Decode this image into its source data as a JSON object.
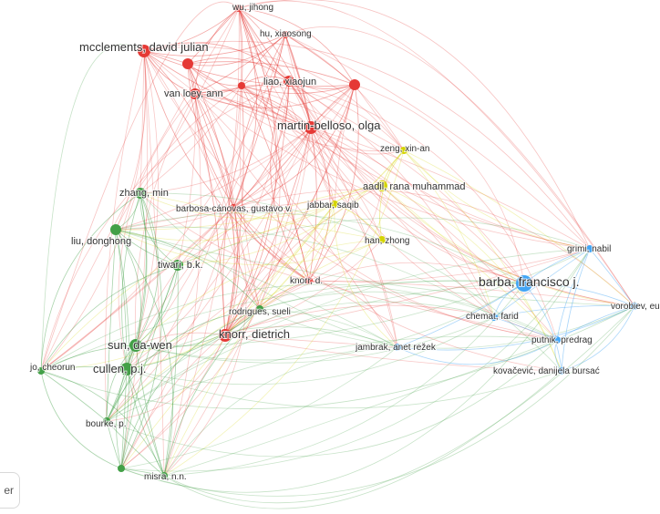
{
  "clusters": {
    "red": "#e53935",
    "green": "#43a047",
    "blue": "#42a5f5",
    "yellow": "#d4d400"
  },
  "nodes": [
    {
      "id": "wu",
      "label": "wu, jihong",
      "cluster": "red",
      "weight": 1
    },
    {
      "id": "hu",
      "label": "hu, xiaosong",
      "cluster": "red",
      "weight": 1
    },
    {
      "id": "mcclements",
      "label": "mcclements, david julian",
      "cluster": "red",
      "weight": 3
    },
    {
      "id": "r_unl1",
      "label": "",
      "cluster": "red",
      "weight": 2
    },
    {
      "id": "vanloey",
      "label": "van loey, ann",
      "cluster": "red",
      "weight": 2
    },
    {
      "id": "r_unl2",
      "label": "",
      "cluster": "red",
      "weight": 1
    },
    {
      "id": "liao",
      "label": "liao, xiaojun",
      "cluster": "red",
      "weight": 2
    },
    {
      "id": "r_unl3",
      "label": "",
      "cluster": "red",
      "weight": 2
    },
    {
      "id": "martin",
      "label": "martin-belloso, olga",
      "cluster": "red",
      "weight": 3
    },
    {
      "id": "barbosa",
      "label": "barbosa-cánovas, gustavo v.",
      "cluster": "red",
      "weight": 1
    },
    {
      "id": "knorrd",
      "label": "knorr, d.",
      "cluster": "red",
      "weight": 1
    },
    {
      "id": "knorrdietrich",
      "label": "knorr, dietrich",
      "cluster": "red",
      "weight": 3
    },
    {
      "id": "zeng",
      "label": "zeng, xin-an",
      "cluster": "yellow",
      "weight": 1
    },
    {
      "id": "aadil",
      "label": "aadil, rana muhammad",
      "cluster": "yellow",
      "weight": 2
    },
    {
      "id": "jabbar",
      "label": "jabbar, saqib",
      "cluster": "yellow",
      "weight": 1
    },
    {
      "id": "han",
      "label": "han, zhong",
      "cluster": "yellow",
      "weight": 1
    },
    {
      "id": "zhang",
      "label": "zhang, min",
      "cluster": "green",
      "weight": 2
    },
    {
      "id": "liu",
      "label": "liu, donghong",
      "cluster": "green",
      "weight": 2
    },
    {
      "id": "tiwari",
      "label": "tiwari, b.k.",
      "cluster": "green",
      "weight": 2
    },
    {
      "id": "rodrigues",
      "label": "rodrigues, sueli",
      "cluster": "green",
      "weight": 1
    },
    {
      "id": "sun",
      "label": "sun, da-wen",
      "cluster": "green",
      "weight": 3
    },
    {
      "id": "cullen",
      "label": "cullen, p.j.",
      "cluster": "green",
      "weight": 3
    },
    {
      "id": "jo",
      "label": "jo, cheorun",
      "cluster": "green",
      "weight": 1
    },
    {
      "id": "bourke",
      "label": "bourke, p.",
      "cluster": "green",
      "weight": 1
    },
    {
      "id": "g_unl1",
      "label": "",
      "cluster": "green",
      "weight": 1
    },
    {
      "id": "misra",
      "label": "misra, n.n.",
      "cluster": "green",
      "weight": 1
    },
    {
      "id": "barba",
      "label": "barba, francisco j.",
      "cluster": "blue",
      "weight": 4
    },
    {
      "id": "grimi",
      "label": "grimi, nabil",
      "cluster": "blue",
      "weight": 1
    },
    {
      "id": "vorobiev",
      "label": "vorobiev, eugène",
      "cluster": "blue",
      "weight": 1
    },
    {
      "id": "chemat",
      "label": "chemat, farid",
      "cluster": "blue",
      "weight": 1
    },
    {
      "id": "putnik",
      "label": "putnik, predrag",
      "cluster": "blue",
      "weight": 1
    },
    {
      "id": "jambrak",
      "label": "jambrak, anet režek",
      "cluster": "blue",
      "weight": 1
    },
    {
      "id": "kovacevic",
      "label": "kovačević, danijela bursać",
      "cluster": "blue",
      "weight": 1
    }
  ],
  "corner_button_text": "er"
}
